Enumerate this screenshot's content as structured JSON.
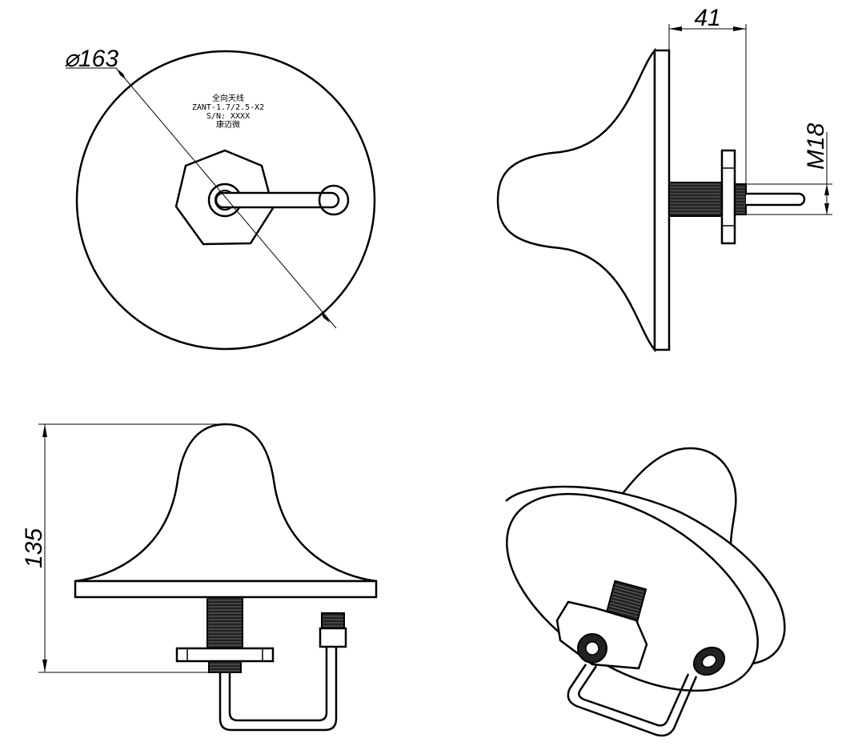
{
  "dimensions": {
    "diameter": "163",
    "depth": "41",
    "thread": "M18",
    "height": "135"
  },
  "label": {
    "line1": "全向天线",
    "line2": "ZANT-1.7/2.5-X2",
    "line3": "S/N: XXXX",
    "line4": "康迈微"
  },
  "colors": {
    "line": "#000000",
    "fill": "#ffffff"
  }
}
